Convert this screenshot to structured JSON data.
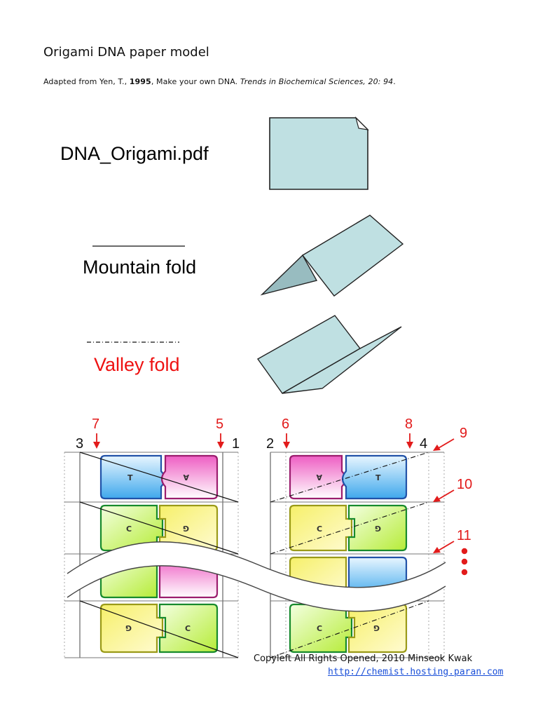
{
  "header": {
    "title": "Origami DNA paper model",
    "citation": {
      "prefix": "Adapted from Yen, T., ",
      "year": "1995",
      "middle": ", Make your own DNA. ",
      "journal": "Trends in Biochemical Sciences, 20: 94",
      "end": "."
    }
  },
  "legend": {
    "file_label": "DNA_Origami.pdf",
    "mountain_label": "Mountain fold",
    "valley_label": "Valley fold"
  },
  "diagram": {
    "left_strip_numbers": {
      "red_left": "7",
      "red_right": "5",
      "black_left": "3",
      "black_right": "1"
    },
    "right_strip_numbers": {
      "red_left": "6",
      "red_right": "8",
      "black_left": "2",
      "black_right": "4"
    },
    "side_numbers": [
      "9",
      "10",
      "11"
    ],
    "tile_letters": {
      "T": "T",
      "A": "A",
      "C": "C",
      "G": "G"
    },
    "colors": {
      "red": "#e21b1b",
      "paper": "#bfe0e2",
      "tile_blue": "#6fbfef",
      "tile_pink": "#f27ccd",
      "tile_yellow": "#f2ee7a",
      "tile_green": "#c0f050"
    }
  },
  "footer": {
    "credit": "Copyleft All Rights Opened, 2010 Minseok Kwak",
    "link": "http://chemist.hosting.paran.com"
  }
}
